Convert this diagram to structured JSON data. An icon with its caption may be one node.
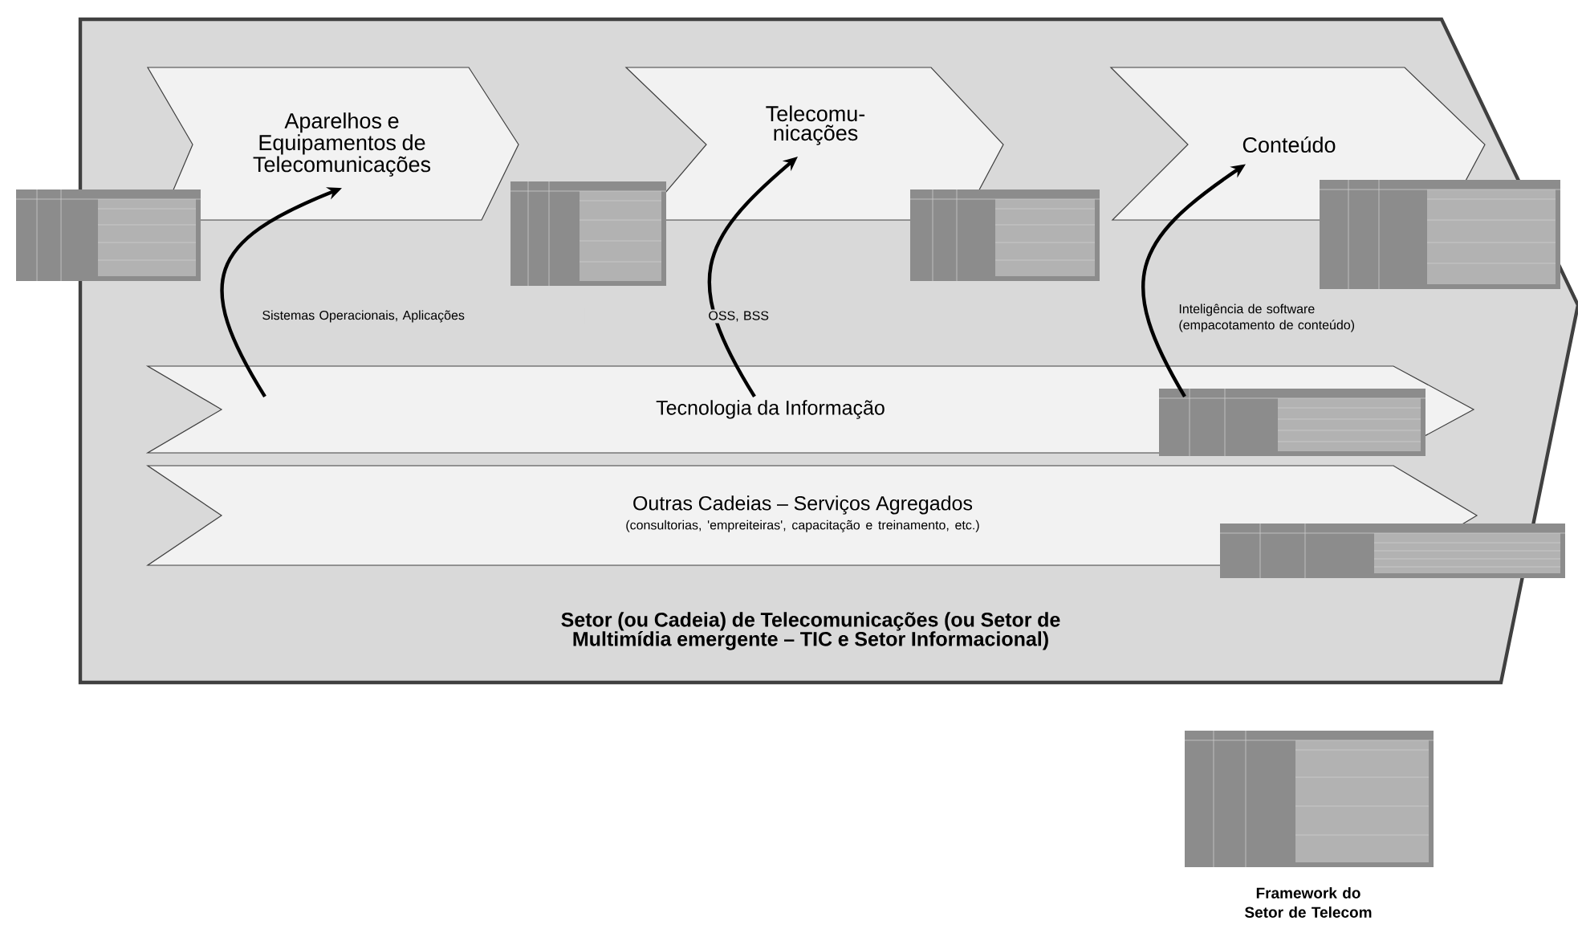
{
  "diagram": {
    "nodes": [
      {
        "text": [
          "Setor (ou Cadeia) de Telecomunicações (ou Setor de Multimídia emergente – TIC e Setor Informacional)"
        ]
      },
      {
        "text": [
          "Aparelhos e Equipamentos de Telecomunicações"
        ],
        "in": 0
      },
      {
        "text": [
          "Telecomu- nicações"
        ],
        "in": 0
      },
      {
        "text": [
          "Conteúdo"
        ],
        "in": 0
      },
      {
        "text": [
          "Tecnologia da Informação"
        ],
        "in": 0
      },
      {
        "text": [
          "Outras Cadeias – Serviços Agregados",
          "(consultorias, 'empreiteiras', capacitação e treinamento, etc.)"
        ],
        "in": 0
      }
    ],
    "edges": [
      {
        "from": 4,
        "to": 1,
        "arrow": "to",
        "label": "Sistemas Operacionais, Aplicações"
      },
      {
        "from": 4,
        "to": 2,
        "arrow": "to",
        "label": "OSS, BSS"
      },
      {
        "from": 4,
        "to": 3,
        "arrow": "to",
        "label": "Inteligência de software (empacotamento de conteúdo)"
      }
    ],
    "labels": [
      "Framework do Setor de Telecom"
    ]
  }
}
